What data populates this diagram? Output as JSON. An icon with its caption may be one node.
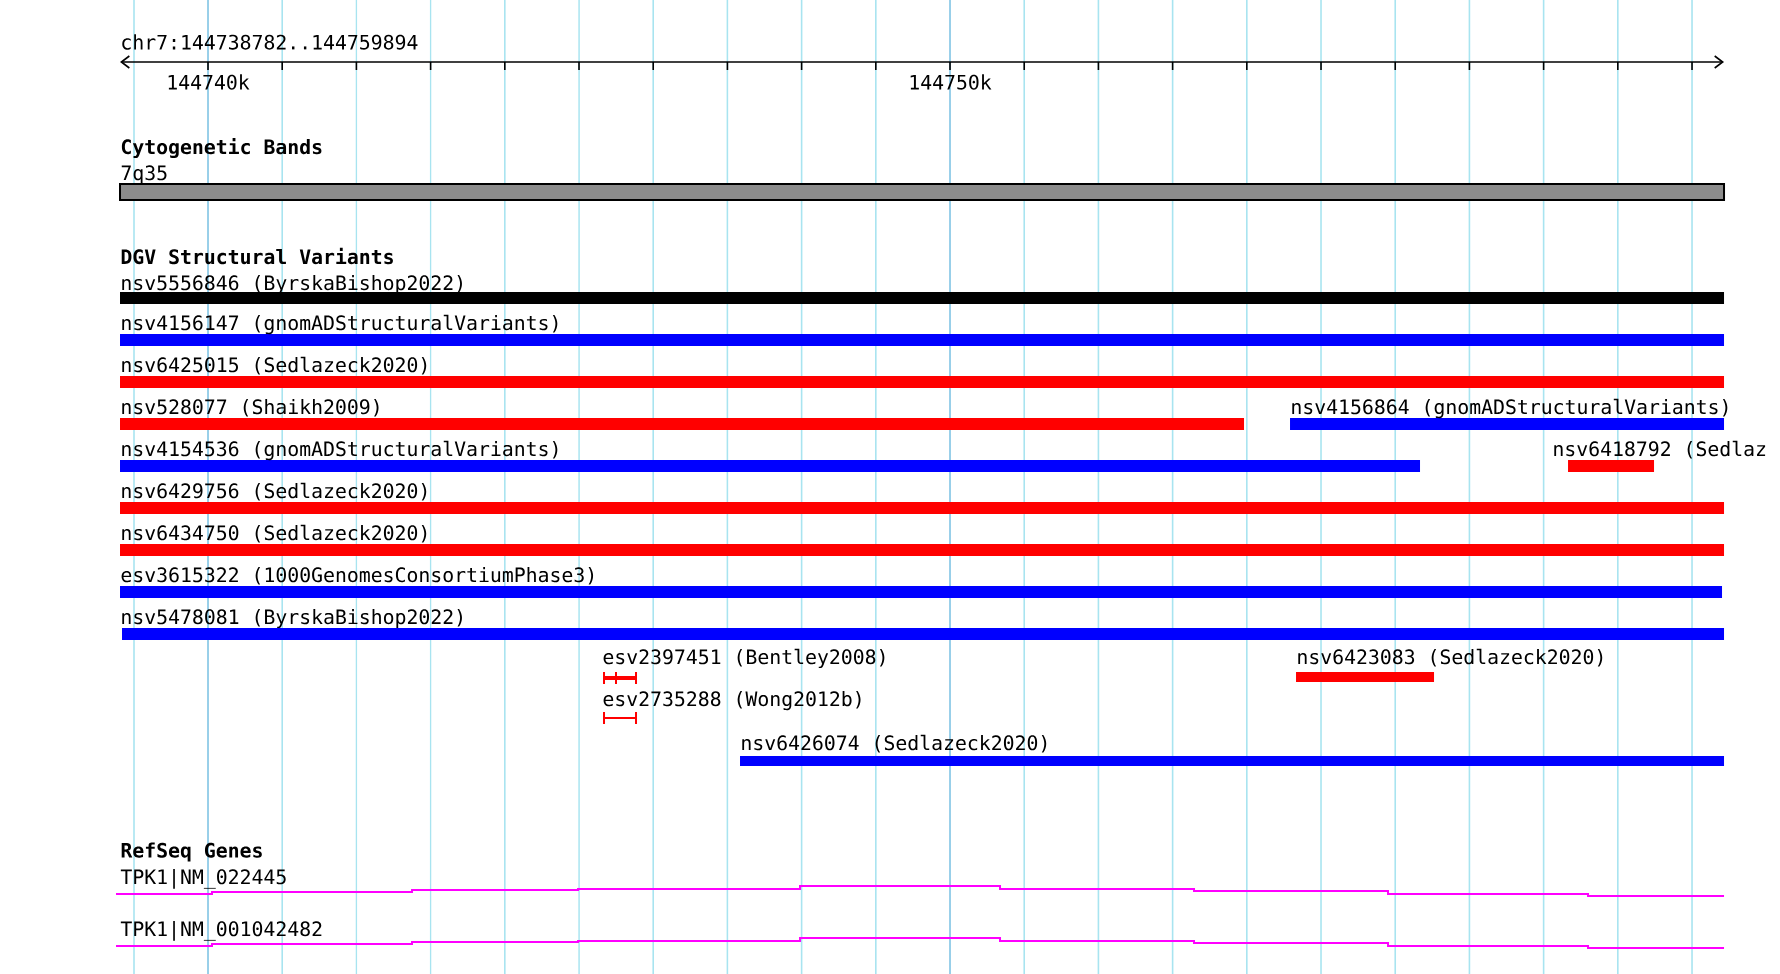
{
  "diagram": {
    "title": "chr7:144738782..144759894",
    "nodes": [
      {
        "text": [
          "7q35"
        ]
      },
      {
        "text": [
          "nsv5556846 (ByrskaBishop2022)"
        ]
      },
      {
        "text": [
          "nsv4156147 (gnomADStructuralVariants)"
        ]
      },
      {
        "text": [
          "nsv6425015 (Sedlazeck2020)"
        ]
      },
      {
        "text": [
          "nsv528077 (Shaikh2009)"
        ]
      },
      {
        "text": [
          "nsv4156864 (gnomADStructuralVariants)"
        ]
      },
      {
        "text": [
          "nsv4154536 (gnomADStructuralVariants)"
        ]
      },
      {
        "text": [
          "nsv6418792 (Sedlaz"
        ]
      },
      {
        "text": [
          "nsv6429756 (Sedlazeck2020)"
        ]
      },
      {
        "text": [
          "nsv6434750 (Sedlazeck2020)"
        ]
      },
      {
        "text": [
          "esv3615322 (1000GenomesConsortiumPhase3)"
        ]
      },
      {
        "text": [
          "nsv5478081 (ByrskaBishop2022)"
        ]
      },
      {
        "text": [
          "esv2397451 (Bentley2008)"
        ]
      },
      {
        "text": [
          "nsv6423083 (Sedlazeck2020)"
        ]
      },
      {
        "text": [
          "esv2735288 (Wong2012b)"
        ]
      },
      {
        "text": [
          "nsv6426074 (Sedlazeck2020)"
        ]
      },
      {
        "text": [
          "TPK1|NM_022445"
        ]
      },
      {
        "text": [
          "TPK1|NM_001042482"
        ]
      }
    ],
    "labels": [
      "144740k",
      "144750k",
      "Cytogenetic Bands",
      "DGV Structural Variants",
      "RefSeq Genes"
    ]
  }
}
